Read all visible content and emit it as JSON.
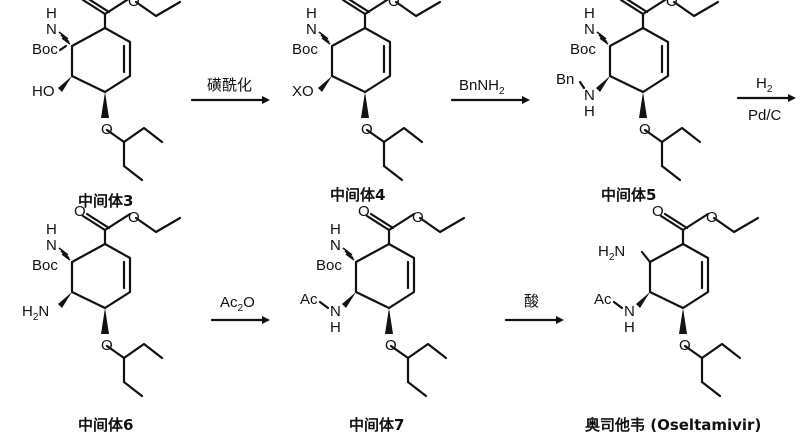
{
  "atoms": {
    "boc": "Boc",
    "nh_h": "H",
    "n": "N",
    "o": "O",
    "ho": "HO",
    "xo": "XO",
    "bn": "Bn",
    "h2n": "H",
    "h2n_2": "2",
    "h2n_n": "N",
    "ac": "Ac",
    "pd_c": "Pd/C",
    "ac2o_a": "Ac",
    "ac2o_2": "2",
    "ac2o_o": "O",
    "bnnh2_a": "BnNH",
    "bnnh2_2": "2",
    "h2_a": "H",
    "h2_2": "2"
  },
  "reagents": {
    "r1": "磺酰化",
    "r3_bottom": "Pd/C",
    "r5": "酸"
  },
  "labels": {
    "c3": "中间体3",
    "c4": "中间体4",
    "c5": "中间体5",
    "c6": "中间体6",
    "c7": "中间体7",
    "final": "奥司他韦 (Oseltamivir)"
  }
}
